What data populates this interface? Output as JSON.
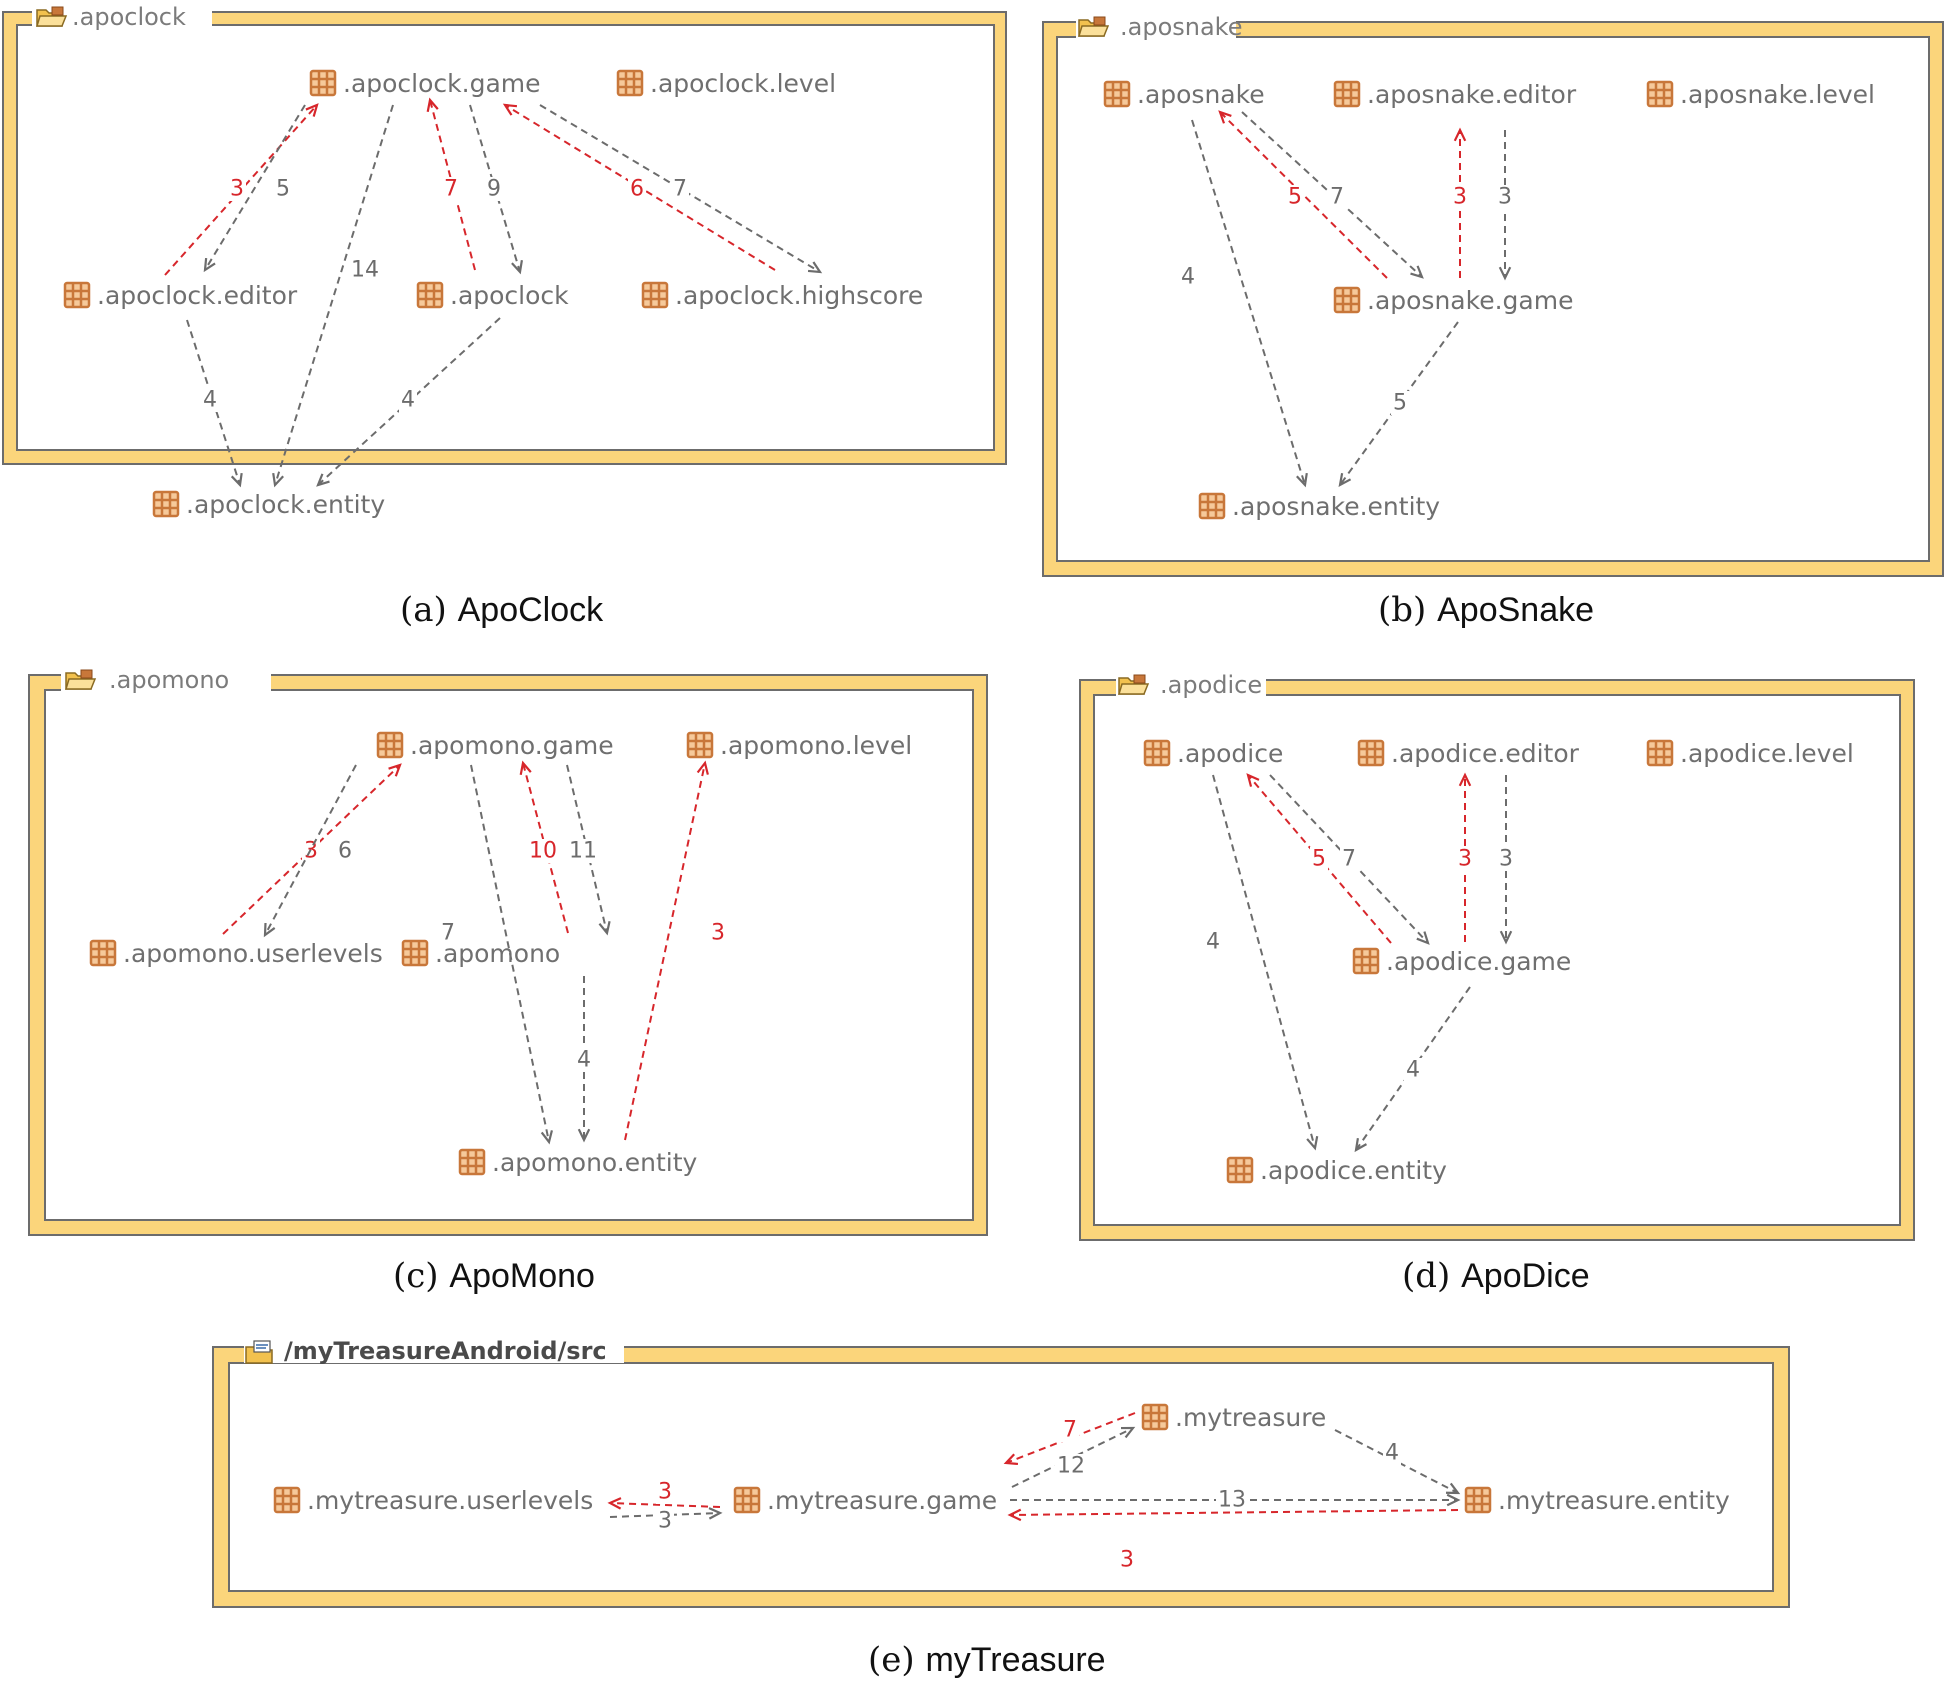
{
  "panels": [
    {
      "id": "a",
      "frame_title": ".apoclock",
      "title_style": "plain",
      "caption_letter": "(a)",
      "caption_name": "ApoClock",
      "nodes": [
        {
          "id": "game",
          "label": ".apoclock.game"
        },
        {
          "id": "level",
          "label": ".apoclock.level"
        },
        {
          "id": "editor",
          "label": ".apoclock.editor"
        },
        {
          "id": "root",
          "label": ".apoclock"
        },
        {
          "id": "highscore",
          "label": ".apoclock.highscore"
        },
        {
          "id": "entity",
          "label": ".apoclock.entity"
        }
      ],
      "edges": [
        {
          "from": "editor",
          "to": "game",
          "weight": "3",
          "color": "red"
        },
        {
          "from": "game",
          "to": "editor",
          "weight": "5",
          "color": "grey"
        },
        {
          "from": "root",
          "to": "game",
          "weight": "7",
          "color": "red"
        },
        {
          "from": "game",
          "to": "root",
          "weight": "9",
          "color": "grey"
        },
        {
          "from": "highscore",
          "to": "game",
          "weight": "6",
          "color": "red"
        },
        {
          "from": "game",
          "to": "highscore",
          "weight": "7",
          "color": "grey"
        },
        {
          "from": "game",
          "to": "entity",
          "weight": "14",
          "color": "grey"
        },
        {
          "from": "editor",
          "to": "entity",
          "weight": "4",
          "color": "grey"
        },
        {
          "from": "root",
          "to": "entity",
          "weight": "4",
          "color": "grey"
        }
      ]
    },
    {
      "id": "b",
      "frame_title": ".aposnake",
      "title_style": "plain",
      "caption_letter": "(b)",
      "caption_name": "ApoSnake",
      "nodes": [
        {
          "id": "root",
          "label": ".aposnake"
        },
        {
          "id": "editor",
          "label": ".aposnake.editor"
        },
        {
          "id": "level",
          "label": ".aposnake.level"
        },
        {
          "id": "game",
          "label": ".aposnake.game"
        },
        {
          "id": "entity",
          "label": ".aposnake.entity"
        }
      ],
      "edges": [
        {
          "from": "game",
          "to": "root",
          "weight": "5",
          "color": "red"
        },
        {
          "from": "root",
          "to": "game",
          "weight": "7",
          "color": "grey"
        },
        {
          "from": "game",
          "to": "editor",
          "weight": "3",
          "color": "red"
        },
        {
          "from": "editor",
          "to": "game",
          "weight": "3",
          "color": "grey"
        },
        {
          "from": "root",
          "to": "entity",
          "weight": "4",
          "color": "grey"
        },
        {
          "from": "game",
          "to": "entity",
          "weight": "5",
          "color": "grey"
        }
      ]
    },
    {
      "id": "c",
      "frame_title": ".apomono",
      "title_style": "plain",
      "caption_letter": "(c)",
      "caption_name": "ApoMono",
      "nodes": [
        {
          "id": "game",
          "label": ".apomono.game"
        },
        {
          "id": "level",
          "label": ".apomono.level"
        },
        {
          "id": "userlevels",
          "label": ".apomono.userlevels"
        },
        {
          "id": "root",
          "label": ".apomono"
        },
        {
          "id": "entity",
          "label": ".apomono.entity"
        }
      ],
      "edges": [
        {
          "from": "userlevels",
          "to": "game",
          "weight": "3",
          "color": "red"
        },
        {
          "from": "game",
          "to": "userlevels",
          "weight": "6",
          "color": "grey"
        },
        {
          "from": "root",
          "to": "game",
          "weight": "10",
          "color": "red"
        },
        {
          "from": "game",
          "to": "root",
          "weight": "11",
          "color": "grey"
        },
        {
          "from": "entity",
          "to": "game",
          "weight": "3",
          "color": "red"
        },
        {
          "from": "game",
          "to": "entity",
          "weight": "7",
          "color": "grey"
        },
        {
          "from": "root",
          "to": "entity",
          "weight": "4",
          "color": "grey"
        }
      ]
    },
    {
      "id": "d",
      "frame_title": ".apodice",
      "title_style": "plain",
      "caption_letter": "(d)",
      "caption_name": "ApoDice",
      "nodes": [
        {
          "id": "root",
          "label": ".apodice"
        },
        {
          "id": "editor",
          "label": ".apodice.editor"
        },
        {
          "id": "level",
          "label": ".apodice.level"
        },
        {
          "id": "game",
          "label": ".apodice.game"
        },
        {
          "id": "entity",
          "label": ".apodice.entity"
        }
      ],
      "edges": [
        {
          "from": "game",
          "to": "root",
          "weight": "5",
          "color": "red"
        },
        {
          "from": "root",
          "to": "game",
          "weight": "7",
          "color": "grey"
        },
        {
          "from": "game",
          "to": "editor",
          "weight": "3",
          "color": "red"
        },
        {
          "from": "editor",
          "to": "game",
          "weight": "3",
          "color": "grey"
        },
        {
          "from": "root",
          "to": "entity",
          "weight": "4",
          "color": "grey"
        },
        {
          "from": "game",
          "to": "entity",
          "weight": "4",
          "color": "grey"
        }
      ]
    },
    {
      "id": "e",
      "frame_title": "/myTreasureAndroid/src",
      "title_style": "bold",
      "caption_letter": "(e)",
      "caption_name": "myTreasure",
      "nodes": [
        {
          "id": "userlevels",
          "label": ".mytreasure.userlevels"
        },
        {
          "id": "game",
          "label": ".mytreasure.game"
        },
        {
          "id": "root",
          "label": ".mytreasure"
        },
        {
          "id": "entity",
          "label": ".mytreasure.entity"
        }
      ],
      "edges": [
        {
          "from": "game",
          "to": "userlevels",
          "weight": "3",
          "color": "red"
        },
        {
          "from": "userlevels",
          "to": "game",
          "weight": "3",
          "color": "grey"
        },
        {
          "from": "root",
          "to": "game",
          "weight": "7",
          "color": "red"
        },
        {
          "from": "game",
          "to": "root",
          "weight": "12",
          "color": "grey"
        },
        {
          "from": "root",
          "to": "entity",
          "weight": "4",
          "color": "grey"
        },
        {
          "from": "game",
          "to": "entity",
          "weight": "13",
          "color": "grey"
        },
        {
          "from": "entity",
          "to": "game",
          "weight": "3",
          "color": "red"
        }
      ]
    }
  ],
  "colors": {
    "frame_fill": "#fbd57b",
    "frame_border": "#6c6c6c",
    "package_icon": "#c8773a",
    "edge_grey": "#6c6c6c",
    "edge_red": "#d7262b",
    "label_text": "#6f6f6f"
  },
  "icons": {
    "package": "package-icon",
    "folder": "open-folder-icon",
    "source_folder": "source-folder-icon"
  }
}
